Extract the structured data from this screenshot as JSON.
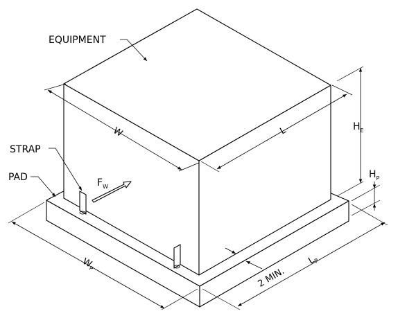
{
  "labels": {
    "equipment": "EQUIPMENT",
    "strap": "STRAP",
    "pad": "PAD",
    "force_main": "F",
    "force_sub": "W"
  },
  "dimensions": {
    "equipment_width": "W",
    "equipment_length": "L",
    "equipment_height_main": "H",
    "equipment_height_sub": "E",
    "pad_height_main": "H",
    "pad_height_sub": "P",
    "pad_width_main": "W",
    "pad_width_sub": "P",
    "pad_length_main": "L",
    "pad_length_sub": "P",
    "edge_clearance": "2 MIN."
  }
}
